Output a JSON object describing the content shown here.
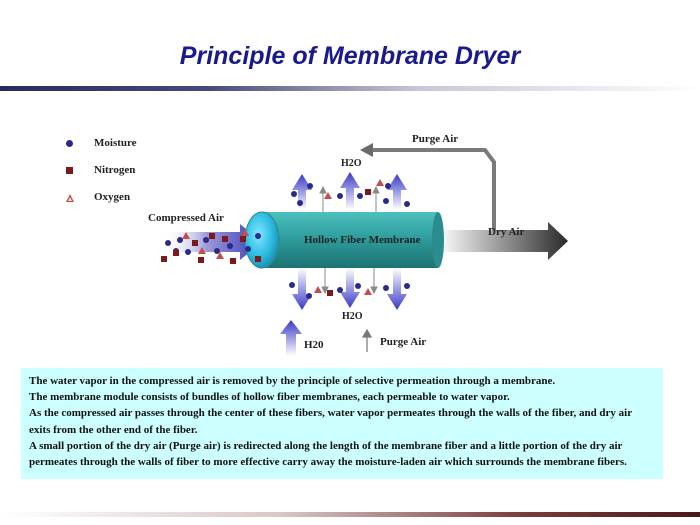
{
  "title": "Principle of Membrane Dryer",
  "legend": {
    "moisture": "Moisture",
    "nitrogen": "Nitrogen",
    "oxygen": "Oxygen"
  },
  "diagram": {
    "compressed_air": "Compressed Air",
    "membrane": "Hollow Fiber Membrane",
    "dry_air": "Dry Air",
    "purge_air_top": "Purge Air",
    "purge_air_bottom": "Purge Air",
    "h2o_top": "H2O",
    "h2o_middle": "H2O",
    "h2o_bottom": "H20"
  },
  "description": {
    "line1": "The water vapor in the compressed air is removed by the principle of selective permeation through a membrane.",
    "line2": "The membrane module consists of bundles of hollow fiber membranes, each permeable to water vapor.",
    "line3": "As the compressed air passes through the center of these fibers, water vapor permeates through the walls of the fiber, and dry air exits from the other end of the fiber.",
    "line4": "A small portion of the dry air (Purge air) is redirected along the length of the membrane fiber and a little portion of the dry air permeates through the walls of fiber to more effective carry away the moisture-laden air which surrounds the membrane fibers."
  },
  "colors": {
    "title": "#1a1a8c",
    "membrane": "#33a6a6",
    "arrow": "#4040c0",
    "moisture": "#2a2a88",
    "nitrogen": "#7a1a1a",
    "oxygen": "#c0504d",
    "box": "#ccffff"
  }
}
